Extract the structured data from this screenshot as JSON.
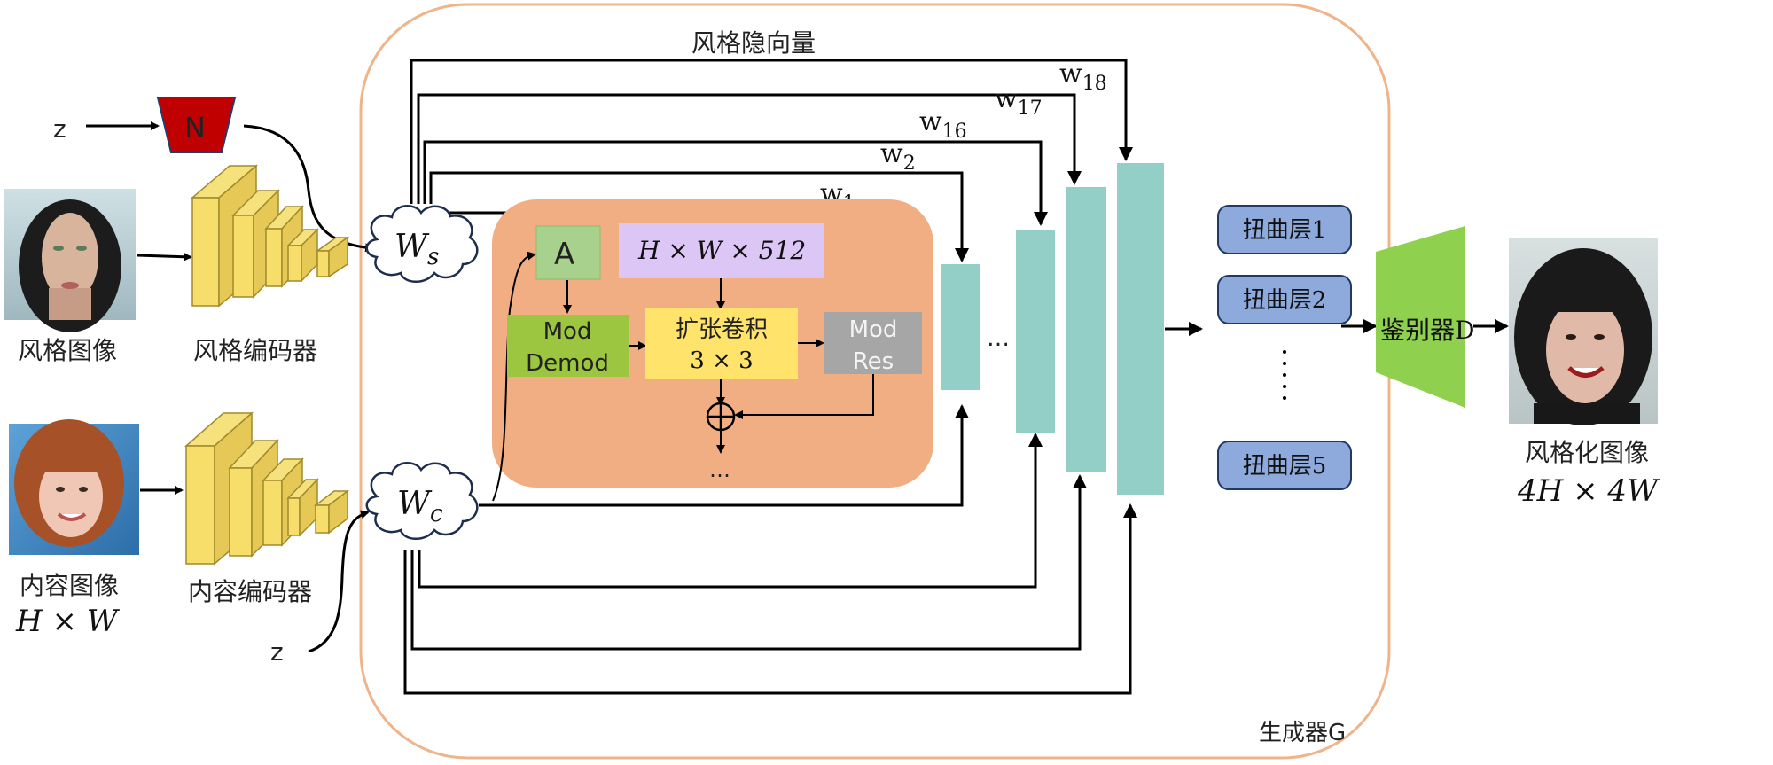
{
  "title": "风格隐向量",
  "colors": {
    "generator_border": "#f0b48a",
    "inner_block": "#f2ae83",
    "noise_mapper": "#c00000",
    "encoder": "#f7dd6a",
    "teal_layer": "#93cfc7",
    "warp_layer": "#8eaadc",
    "discriminator": "#8fd14f",
    "a_box": "#a9d18e",
    "mod_demod": "#9cc63f",
    "feature_box": "#dcc6f5",
    "conv_box": "#ffe36a",
    "mod_res": "#a6a6a6"
  },
  "inputs": {
    "z_top": "z",
    "z_bottom": "z",
    "noise_mapper_label": "N",
    "style_image_label": "风格图像",
    "style_encoder_label": "风格编码器",
    "content_image_label": "内容图像",
    "content_image_size": "H × W",
    "content_encoder_label": "内容编码器"
  },
  "latents": {
    "ws": "W",
    "ws_sub": "s",
    "wc": "W",
    "wc_sub": "c"
  },
  "weights": [
    {
      "base": "w",
      "sub": "1"
    },
    {
      "base": "w",
      "sub": "2"
    },
    {
      "base": "w",
      "sub": "16"
    },
    {
      "base": "w",
      "sub": "17"
    },
    {
      "base": "w",
      "sub": "18"
    }
  ],
  "block": {
    "a_label": "A",
    "feature_label": "H × W × 512",
    "mod_demod_line1": "Mod",
    "mod_demod_line2": "Demod",
    "conv_line1": "扩张卷积",
    "conv_line2": "3 × 3",
    "mod_res_line1": "Mod",
    "mod_res_line2": "Res",
    "plus_symbol": "⊕",
    "ellipsis": "…"
  },
  "layers_ellipsis": "…",
  "generator_label": "生成器G",
  "warp_layers": [
    "扭曲层1",
    "扭曲层2",
    "扭曲层5"
  ],
  "warp_ellipsis": "⋮",
  "discriminator_label": "鉴别器D",
  "output": {
    "label": "风格化图像",
    "size": "4H × 4W"
  }
}
